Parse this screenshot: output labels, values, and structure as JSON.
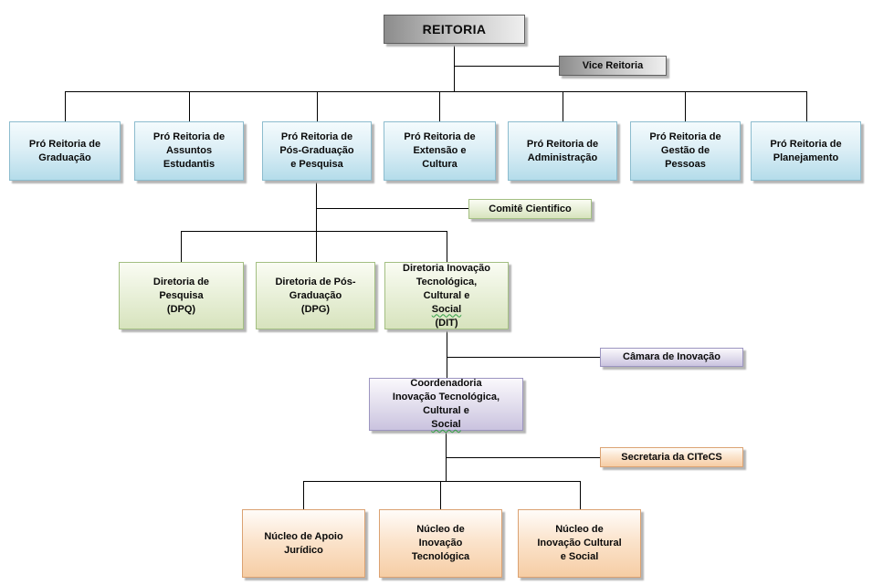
{
  "diagram": {
    "type": "org-chart",
    "background_color": "#ffffff",
    "connector_color": "#000000",
    "shadow_color": "#b4b4b4",
    "squiggle_underline_color": "#2f9e44",
    "schemes": {
      "gray": {
        "border": "#5f5f5f",
        "stops": [
          "#8c8c8c",
          "#bfbfbf",
          "#efefef"
        ],
        "direction": "to right"
      },
      "blue": {
        "border": "#8cbcce",
        "stops": [
          "#f4fbfd",
          "#ddeff6",
          "#b4dcea"
        ],
        "direction": "to bottom"
      },
      "green": {
        "border": "#a3bf82",
        "stops": [
          "#fafcf3",
          "#eaf1db",
          "#d7e3bd"
        ],
        "direction": "to bottom"
      },
      "purple": {
        "border": "#9c95c0",
        "stops": [
          "#faf8fc",
          "#e5e1ef",
          "#cac3df"
        ],
        "direction": "to bottom"
      },
      "orange": {
        "border": "#dba272",
        "stops": [
          "#fffcf9",
          "#fbe4cd",
          "#f6cda4"
        ],
        "direction": "to bottom"
      }
    },
    "nodes": [
      {
        "id": "reitoria",
        "scheme": "gray",
        "title": true,
        "label": [
          "REITORIA"
        ]
      },
      {
        "id": "vice-reitoria",
        "scheme": "gray",
        "label": [
          "Vice Reitoria"
        ]
      },
      {
        "id": "pr-graduacao",
        "scheme": "blue",
        "label": [
          "Pró Reitoria de",
          "Graduação"
        ]
      },
      {
        "id": "pr-assuntos-estudantis",
        "scheme": "blue",
        "label": [
          "Pró Reitoria de",
          "Assuntos",
          "Estudantis"
        ]
      },
      {
        "id": "pr-pos-graduacao-pesquisa",
        "scheme": "blue",
        "label": [
          "Pró Reitoria de",
          "Pós-Graduação",
          "e Pesquisa"
        ]
      },
      {
        "id": "pr-extensao-cultura",
        "scheme": "blue",
        "label": [
          "Pró Reitoria de",
          "Extensão e",
          "Cultura"
        ]
      },
      {
        "id": "pr-administracao",
        "scheme": "blue",
        "label": [
          "Pró Reitoria de",
          "Administração"
        ]
      },
      {
        "id": "pr-gestao-pessoas",
        "scheme": "blue",
        "label": [
          "Pró Reitoria de",
          "Gestão de",
          "Pessoas"
        ]
      },
      {
        "id": "pr-planejamento",
        "scheme": "blue",
        "label": [
          "Pró Reitoria de",
          "Planejamento"
        ]
      },
      {
        "id": "comite-cientifico",
        "scheme": "green",
        "label": [
          "Comitê Cientifico"
        ]
      },
      {
        "id": "dir-pesquisa",
        "scheme": "green",
        "label": [
          "Diretoria de",
          "Pesquisa",
          "(DPQ)"
        ]
      },
      {
        "id": "dir-pos-graduacao",
        "scheme": "green",
        "label": [
          "Diretoria de Pós-",
          "Graduação",
          "(DPG)"
        ]
      },
      {
        "id": "dir-inovacao",
        "scheme": "green",
        "label": [
          "Diretoria Inovação",
          "Tecnológica,",
          "Cultural e Social",
          "(DIT)"
        ],
        "squiggle": "Social"
      },
      {
        "id": "camara-inovacao",
        "scheme": "purple",
        "label": [
          "Câmara de Inovação"
        ]
      },
      {
        "id": "coord-inovacao",
        "scheme": "purple",
        "label": [
          "Coordenadoria",
          "Inovação Tecnológica,",
          "Cultural e Social"
        ],
        "squiggle": "Social"
      },
      {
        "id": "secretaria-citecs",
        "scheme": "orange",
        "label": [
          "Secretaria da CITeCS"
        ]
      },
      {
        "id": "nucleo-apoio-juridico",
        "scheme": "orange",
        "label": [
          "Núcleo de Apoio",
          "Jurídico"
        ]
      },
      {
        "id": "nucleo-inovacao-tecnologica",
        "scheme": "orange",
        "label": [
          "Núcleo de",
          "Inovação",
          "Tecnológica"
        ]
      },
      {
        "id": "nucleo-inovacao-cultural-social",
        "scheme": "orange",
        "label": [
          "Núcleo de",
          "Inovação Cultural",
          "e Social"
        ]
      }
    ],
    "edges": [
      {
        "from": "reitoria",
        "to": "vice-reitoria"
      },
      {
        "from": "reitoria",
        "to": "pr-graduacao"
      },
      {
        "from": "reitoria",
        "to": "pr-assuntos-estudantis"
      },
      {
        "from": "reitoria",
        "to": "pr-pos-graduacao-pesquisa"
      },
      {
        "from": "reitoria",
        "to": "pr-extensao-cultura"
      },
      {
        "from": "reitoria",
        "to": "pr-administracao"
      },
      {
        "from": "reitoria",
        "to": "pr-gestao-pessoas"
      },
      {
        "from": "reitoria",
        "to": "pr-planejamento"
      },
      {
        "from": "pr-pos-graduacao-pesquisa",
        "to": "comite-cientifico"
      },
      {
        "from": "pr-pos-graduacao-pesquisa",
        "to": "dir-pesquisa"
      },
      {
        "from": "pr-pos-graduacao-pesquisa",
        "to": "dir-pos-graduacao"
      },
      {
        "from": "pr-pos-graduacao-pesquisa",
        "to": "dir-inovacao"
      },
      {
        "from": "dir-inovacao",
        "to": "camara-inovacao"
      },
      {
        "from": "dir-inovacao",
        "to": "coord-inovacao"
      },
      {
        "from": "coord-inovacao",
        "to": "secretaria-citecs"
      },
      {
        "from": "coord-inovacao",
        "to": "nucleo-apoio-juridico"
      },
      {
        "from": "coord-inovacao",
        "to": "nucleo-inovacao-tecnologica"
      },
      {
        "from": "coord-inovacao",
        "to": "nucleo-inovacao-cultural-social"
      }
    ]
  }
}
